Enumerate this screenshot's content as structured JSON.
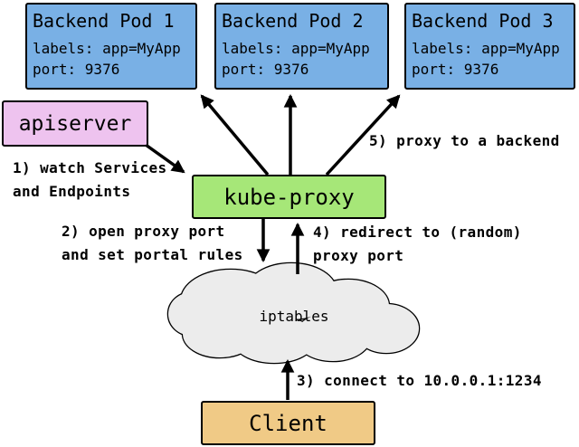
{
  "colors": {
    "pod_fill": "#79B0E5",
    "apiserver_fill": "#EEC3EF",
    "kube_proxy_fill": "#A6E778",
    "client_fill": "#F0CA86",
    "cloud_fill": "#ECECEC",
    "outline": "#000000",
    "background": "#FFFFFF"
  },
  "pods": [
    {
      "title": "Backend Pod 1",
      "labels_line": "labels: app=MyApp",
      "port_line": "port: 9376"
    },
    {
      "title": "Backend Pod 2",
      "labels_line": "labels: app=MyApp",
      "port_line": "port: 9376"
    },
    {
      "title": "Backend Pod 3",
      "labels_line": "labels: app=MyApp",
      "port_line": "port: 9376"
    }
  ],
  "nodes": {
    "apiserver_label": "apiserver",
    "kube_proxy_label": "kube-proxy",
    "iptables_label": "iptables",
    "client_label": "Client"
  },
  "steps": {
    "step1_line1": "1) watch Services",
    "step1_line2": "and Endpoints",
    "step2_line1": "2) open proxy port",
    "step2_line2": "and set portal rules",
    "step3": "3) connect to 10.0.0.1:1234",
    "step4_line1": "4) redirect to (random)",
    "step4_line2": "proxy port",
    "step5": "5) proxy to a backend"
  }
}
